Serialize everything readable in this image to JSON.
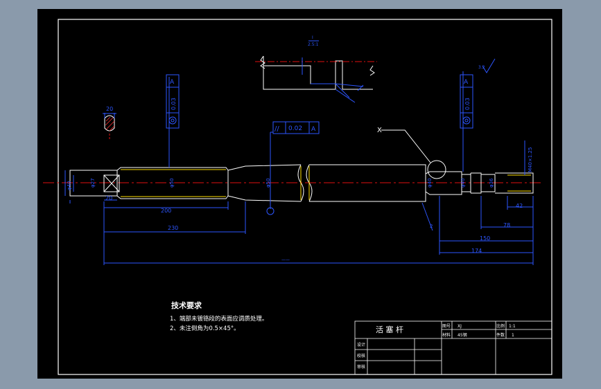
{
  "drawing_title": "活 塞 杆",
  "tech_requirements": {
    "heading": "技术要求",
    "items": [
      "1、端部未镀铬段的表面应调质处理。",
      "2、未注倒角为0.5×45°。"
    ]
  },
  "title_block": {
    "drawing_no_label": "图号",
    "drawing_no_value": "XJ",
    "scale_label": "比例",
    "scale_value": "1:1",
    "material_label": "材料",
    "material_value": "45钢",
    "quantity_label": "件数",
    "quantity_value": "1",
    "designer_label": "设计",
    "checker_label": "校核",
    "reviewer_label": "审核"
  },
  "dimensions": {
    "d_200": "200",
    "d_230": "230",
    "d_total": "——",
    "d_174": "174",
    "d_150": "150",
    "d_78": "78",
    "d_42": "42",
    "d_20_flat": "20",
    "d_20_section": "20",
    "d_2": "2",
    "dia_left": "φ40",
    "dia_main": "φ50",
    "dia_bar": "φ50",
    "dia_step": "φ40",
    "dia_thread": "φ36",
    "dia_key": "φ27",
    "thread_spec": "M40×1.25",
    "detail_label": "X",
    "detail_scale": "I",
    "detail_scale_ratio": "2.5:1",
    "roughness": "3.2"
  },
  "tolerances": {
    "parallelism_symbol": "//",
    "parallelism_value": "0.02",
    "parallelism_datum": "A",
    "left_value": "0.03",
    "left_datum": "A",
    "right_value": "0.03",
    "right_datum": "A"
  },
  "colors": {
    "sheet_bg": "#000000",
    "outline": "#ffffff",
    "dimension": "#2d56ff",
    "centerline": "#e01010",
    "highlight": "#ffe000",
    "frame_bg": "#8a9aab"
  }
}
